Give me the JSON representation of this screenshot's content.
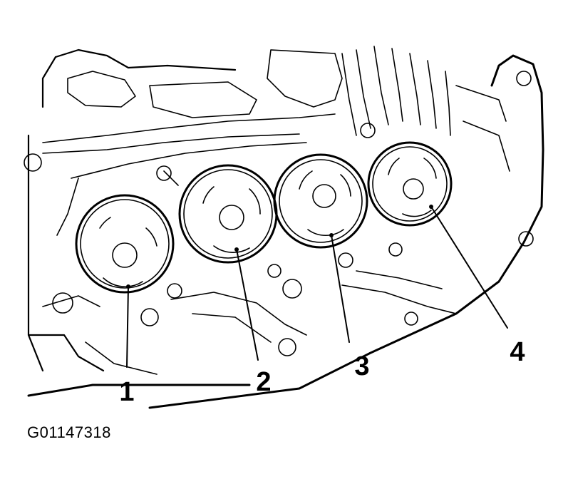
{
  "figure": {
    "code": "G01147318"
  },
  "callouts": [
    {
      "label": "1"
    },
    {
      "label": "2"
    },
    {
      "label": "3"
    },
    {
      "label": "4"
    }
  ],
  "colors": {
    "line": "#000000",
    "background": "#ffffff"
  }
}
